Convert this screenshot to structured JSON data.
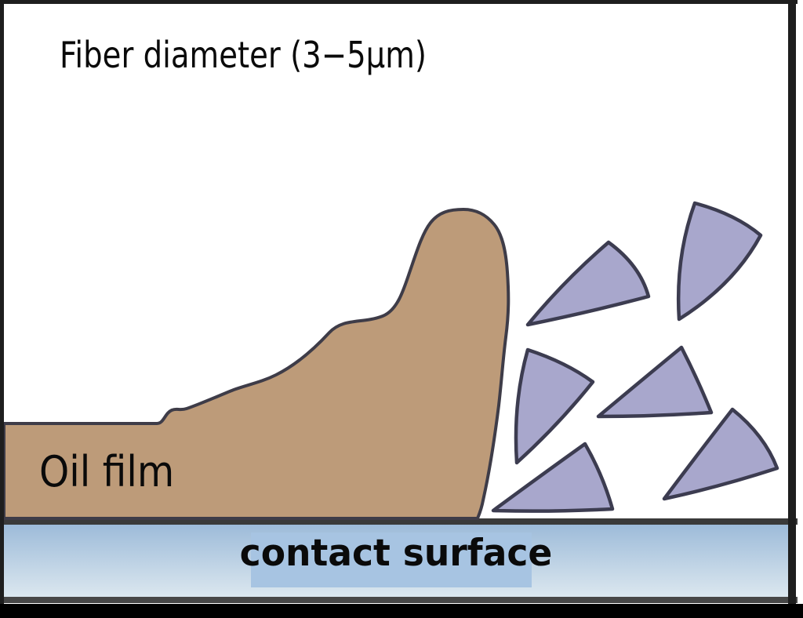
{
  "diagram": {
    "title_label": "Fiber diameter (3−5μm)",
    "oil_label": "Oil film",
    "surface_label": "contact surface",
    "fiber_fragment_count": 6
  },
  "colors": {
    "background": "#FFFFFF",
    "frame": "#1E1E1E",
    "bottom_strip": "#000000",
    "oil_fill": "#BD9B79",
    "oil_outline": "#3E3C48",
    "fiber_fill": "#A8A7CC",
    "fiber_outline": "#3C3C50",
    "surface_line": "#3A3A3A",
    "bar_bottom_line": "#474747",
    "bar_gradient_top": "#9DBBD9",
    "bar_gradient_bottom": "#DEE9F0",
    "label_highlight": "#A7C4E2",
    "text": "#0A0A0A"
  }
}
